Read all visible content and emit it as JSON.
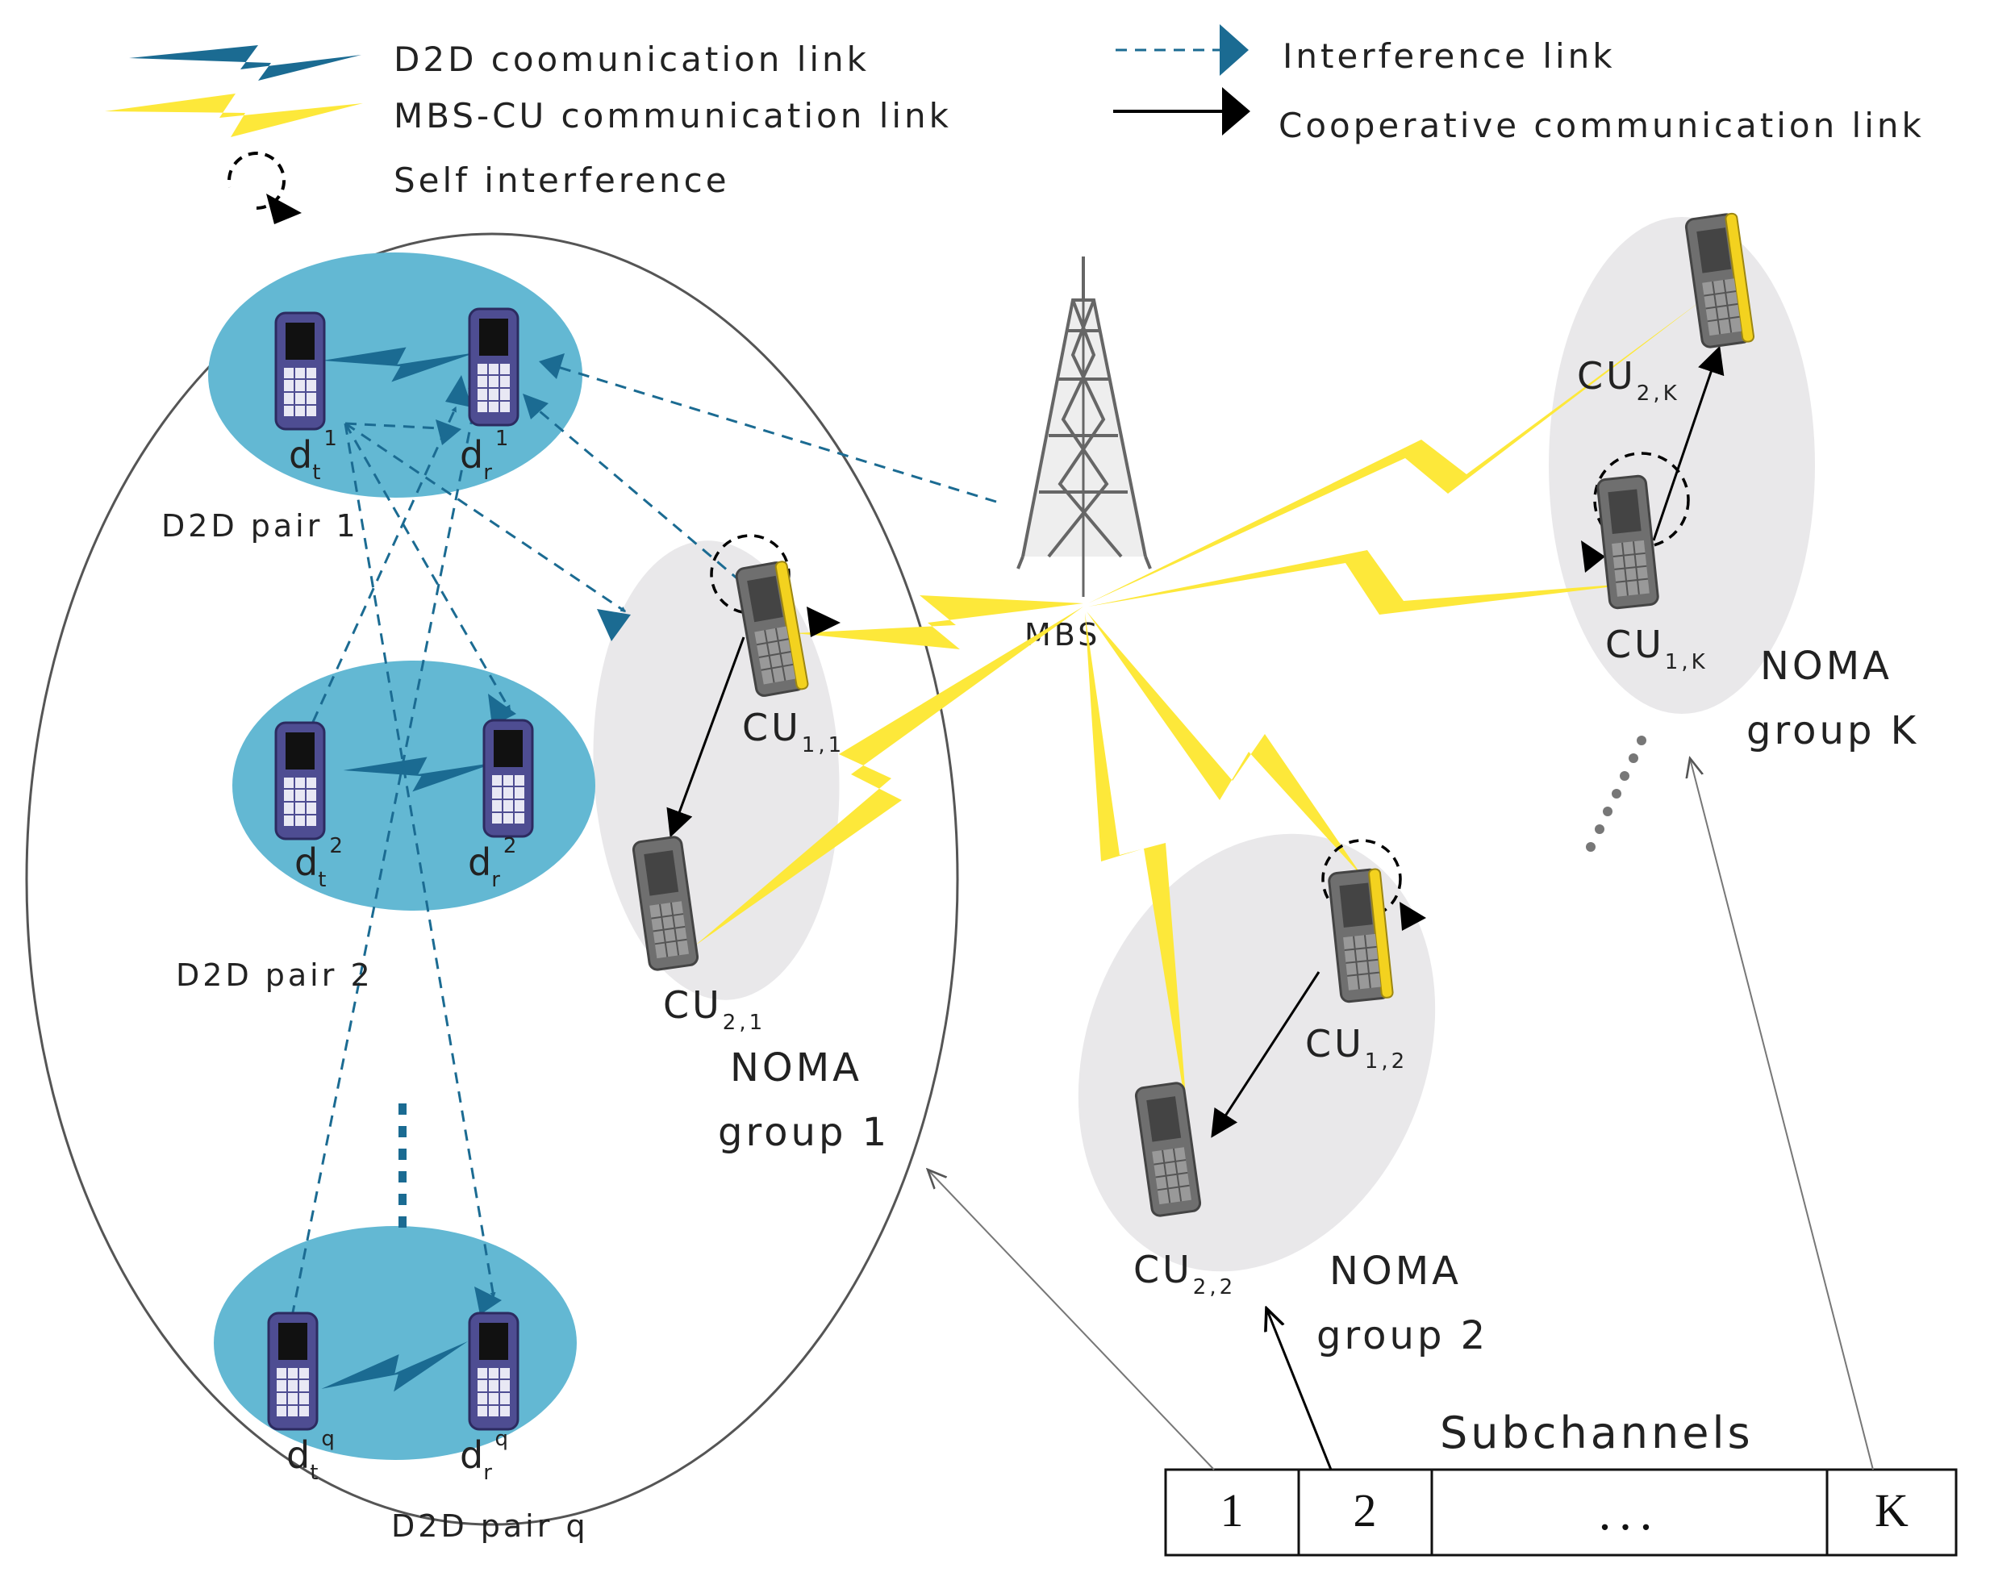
{
  "legend": {
    "d2d_link": "D2D coomunication link",
    "mbs_cu_link": "MBS-CU communication link",
    "self_interference": "Self interference",
    "interference_link": "Interference link",
    "cooperative_link": "Cooperative communication link"
  },
  "mbs": {
    "label": "MBS"
  },
  "d2d": {
    "pair1": {
      "label": "D2D pair 1",
      "tx": "d",
      "tx_sub": "t",
      "tx_sup": "1",
      "rx": "d",
      "rx_sub": "r",
      "rx_sup": "1"
    },
    "pair2": {
      "label": "D2D pair 2",
      "tx": "d",
      "tx_sub": "t",
      "tx_sup": "2",
      "rx": "d",
      "rx_sub": "r",
      "rx_sup": "2"
    },
    "pairq": {
      "label": "D2D pair q",
      "tx": "d",
      "tx_sub": "t",
      "tx_sup": "q",
      "rx": "d",
      "rx_sub": "r",
      "rx_sup": "q"
    }
  },
  "noma": {
    "group1": {
      "line1": "NOMA",
      "line2": "group 1",
      "cu1": "CU",
      "cu1_sub": "1,1",
      "cu2": "CU",
      "cu2_sub": "2,1"
    },
    "group2": {
      "line1": "NOMA",
      "line2": "group 2",
      "cu1": "CU",
      "cu1_sub": "1,2",
      "cu2": "CU",
      "cu2_sub": "2,2"
    },
    "groupK": {
      "line1": "NOMA",
      "line2": "group K",
      "cu1": "CU",
      "cu1_sub": "1,K",
      "cu2": "CU",
      "cu2_sub": "2,K"
    }
  },
  "subchannels": {
    "title": "Subchannels",
    "cells": [
      "1",
      "2",
      "...",
      "K"
    ]
  },
  "colors": {
    "d2d_blue": "#1b6b92",
    "interference_blue": "#1b6b92",
    "mbs_yellow": "#fde83a",
    "pair_fill": "#63b8d3",
    "group_fill": "#e9e8ea",
    "cu_yellow": "#f3d21f"
  }
}
